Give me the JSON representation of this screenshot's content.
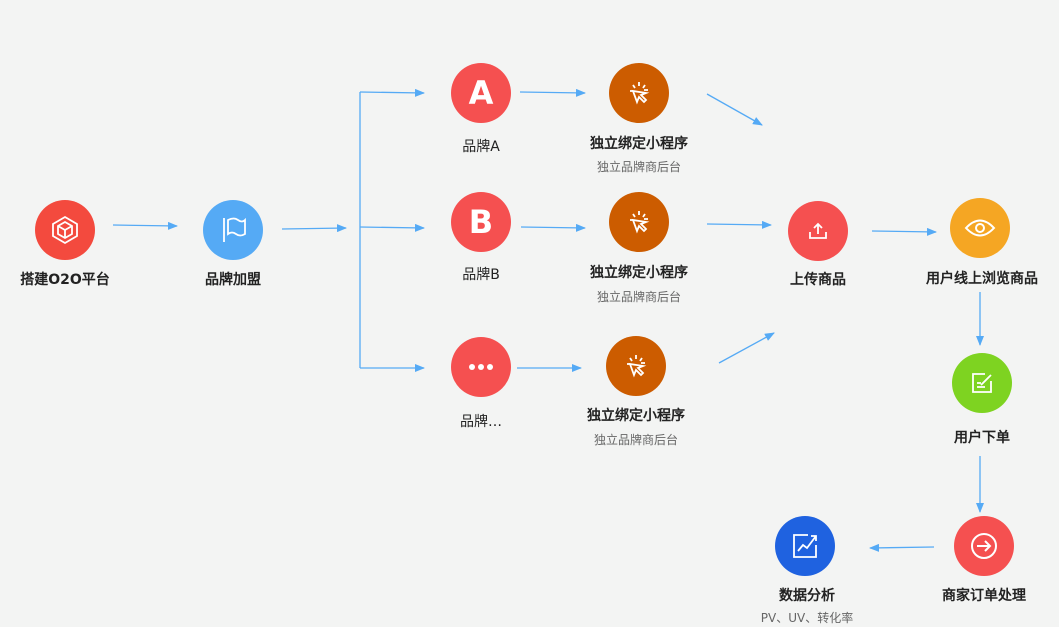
{
  "colors": {
    "arrow": "#55aaf5",
    "red": "#f44c42",
    "blue": "#55aaf5",
    "orange": "#cc5c00",
    "yellow": "#f5a623",
    "green": "#7ed321",
    "darkblue": "#1f62e0",
    "background": "#f3f4f3"
  },
  "nodes": {
    "platform": {
      "label": "搭建O2O平台",
      "icon": "cube-icon"
    },
    "join": {
      "label": "品牌加盟",
      "icon": "flag-icon"
    },
    "brandA": {
      "letter": "A",
      "label": "品牌A"
    },
    "brandB": {
      "letter": "B",
      "label": "品牌B"
    },
    "brandMore": {
      "label": "品牌…",
      "icon": "more-icon"
    },
    "miniA": {
      "label": "独立绑定小程序",
      "sub": "独立品牌商后台",
      "icon": "click-icon"
    },
    "miniB": {
      "label": "独立绑定小程序",
      "sub": "独立品牌商后台",
      "icon": "click-icon"
    },
    "miniMore": {
      "label": "独立绑定小程序",
      "sub": "独立品牌商后台",
      "icon": "click-icon"
    },
    "upload": {
      "label": "上传商品",
      "icon": "upload-icon"
    },
    "browse": {
      "label": "用户线上浏览商品",
      "icon": "eye-icon"
    },
    "order": {
      "label": "用户下单",
      "icon": "edit-icon"
    },
    "process": {
      "label": "商家订单处理",
      "icon": "arrow-right-circle-icon"
    },
    "analysis": {
      "label": "数据分析",
      "sub": "PV、UV、转化率",
      "icon": "chart-icon"
    }
  }
}
